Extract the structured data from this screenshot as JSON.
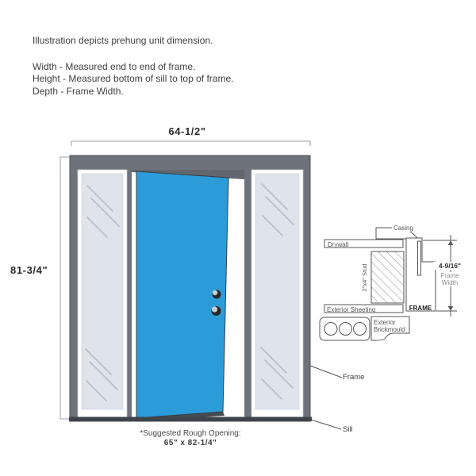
{
  "intro": {
    "title": "Illustration depicts prehung unit dimension.",
    "defs": [
      "Width - Measured end to end of frame.",
      "Height - Measured bottom of sill to top of frame.",
      "Depth - Frame Width."
    ]
  },
  "dimensions": {
    "width_label": "64-1/2\"",
    "height_label": "81-3/4\"",
    "rough_opening_title": "*Suggested Rough Opening:",
    "rough_opening_value": "65\" x 82-1/4\""
  },
  "unit_labels": {
    "frame": "Frame",
    "sill": "Sill"
  },
  "detail": {
    "casing": "Casing",
    "drywall": "Drywall",
    "stud": "2\"x4\" Stud",
    "exterior_sheeting": "Exterior Sheeting",
    "frame": "FRAME",
    "exterior_brickmould_line1": "Exterior",
    "exterior_brickmould_line2": "Brickmould",
    "frame_width_value": "4-9/16\"",
    "frame_width_line1": "Frame",
    "frame_width_line2": "Width"
  },
  "colors": {
    "door_blue": "#2b9cd8",
    "frame_gray": "#6e737b",
    "header_wedge_gray": "#62676e",
    "sill_dark": "#3f434a",
    "glass": "#dfe3ea",
    "glass_streak": "#b7bdc6",
    "shadow_under_door": "#474b51",
    "outline_dark": "#4b4f55",
    "dim_line_gray": "#9aa0a6",
    "detail_line": "#555555"
  }
}
